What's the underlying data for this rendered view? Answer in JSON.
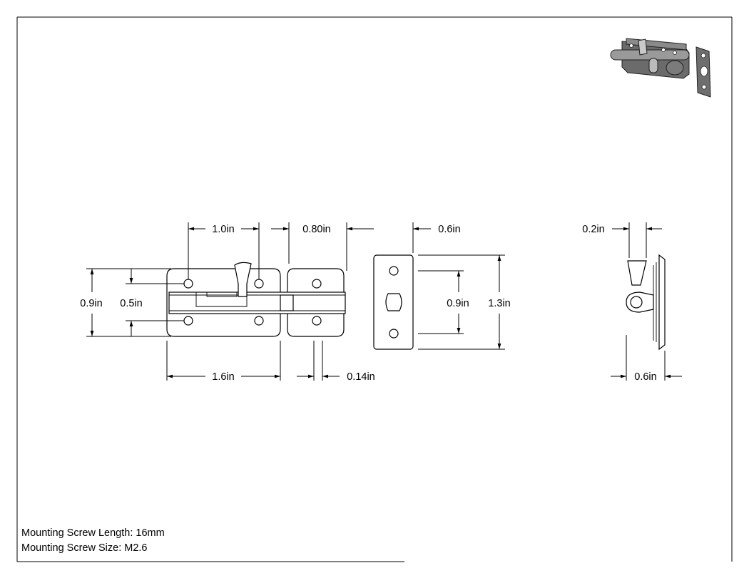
{
  "dimensions": {
    "top_width": "1.0in",
    "gap": "0.80in",
    "strike_width": "0.6in",
    "total_height": "0.9in",
    "slot_height": "0.5in",
    "overall_length": "1.6in",
    "bolt_diameter": "0.14in",
    "strike_hole_spacing": "0.9in",
    "strike_height": "1.3in",
    "side_knob_width": "0.2in",
    "side_depth": "0.6in"
  },
  "notes": {
    "screw_length": "Mounting Screw Length: 16mm",
    "screw_size": "Mounting Screw Size: M2.6"
  },
  "icons": {
    "preview": "barrel-bolt-3d-preview"
  }
}
